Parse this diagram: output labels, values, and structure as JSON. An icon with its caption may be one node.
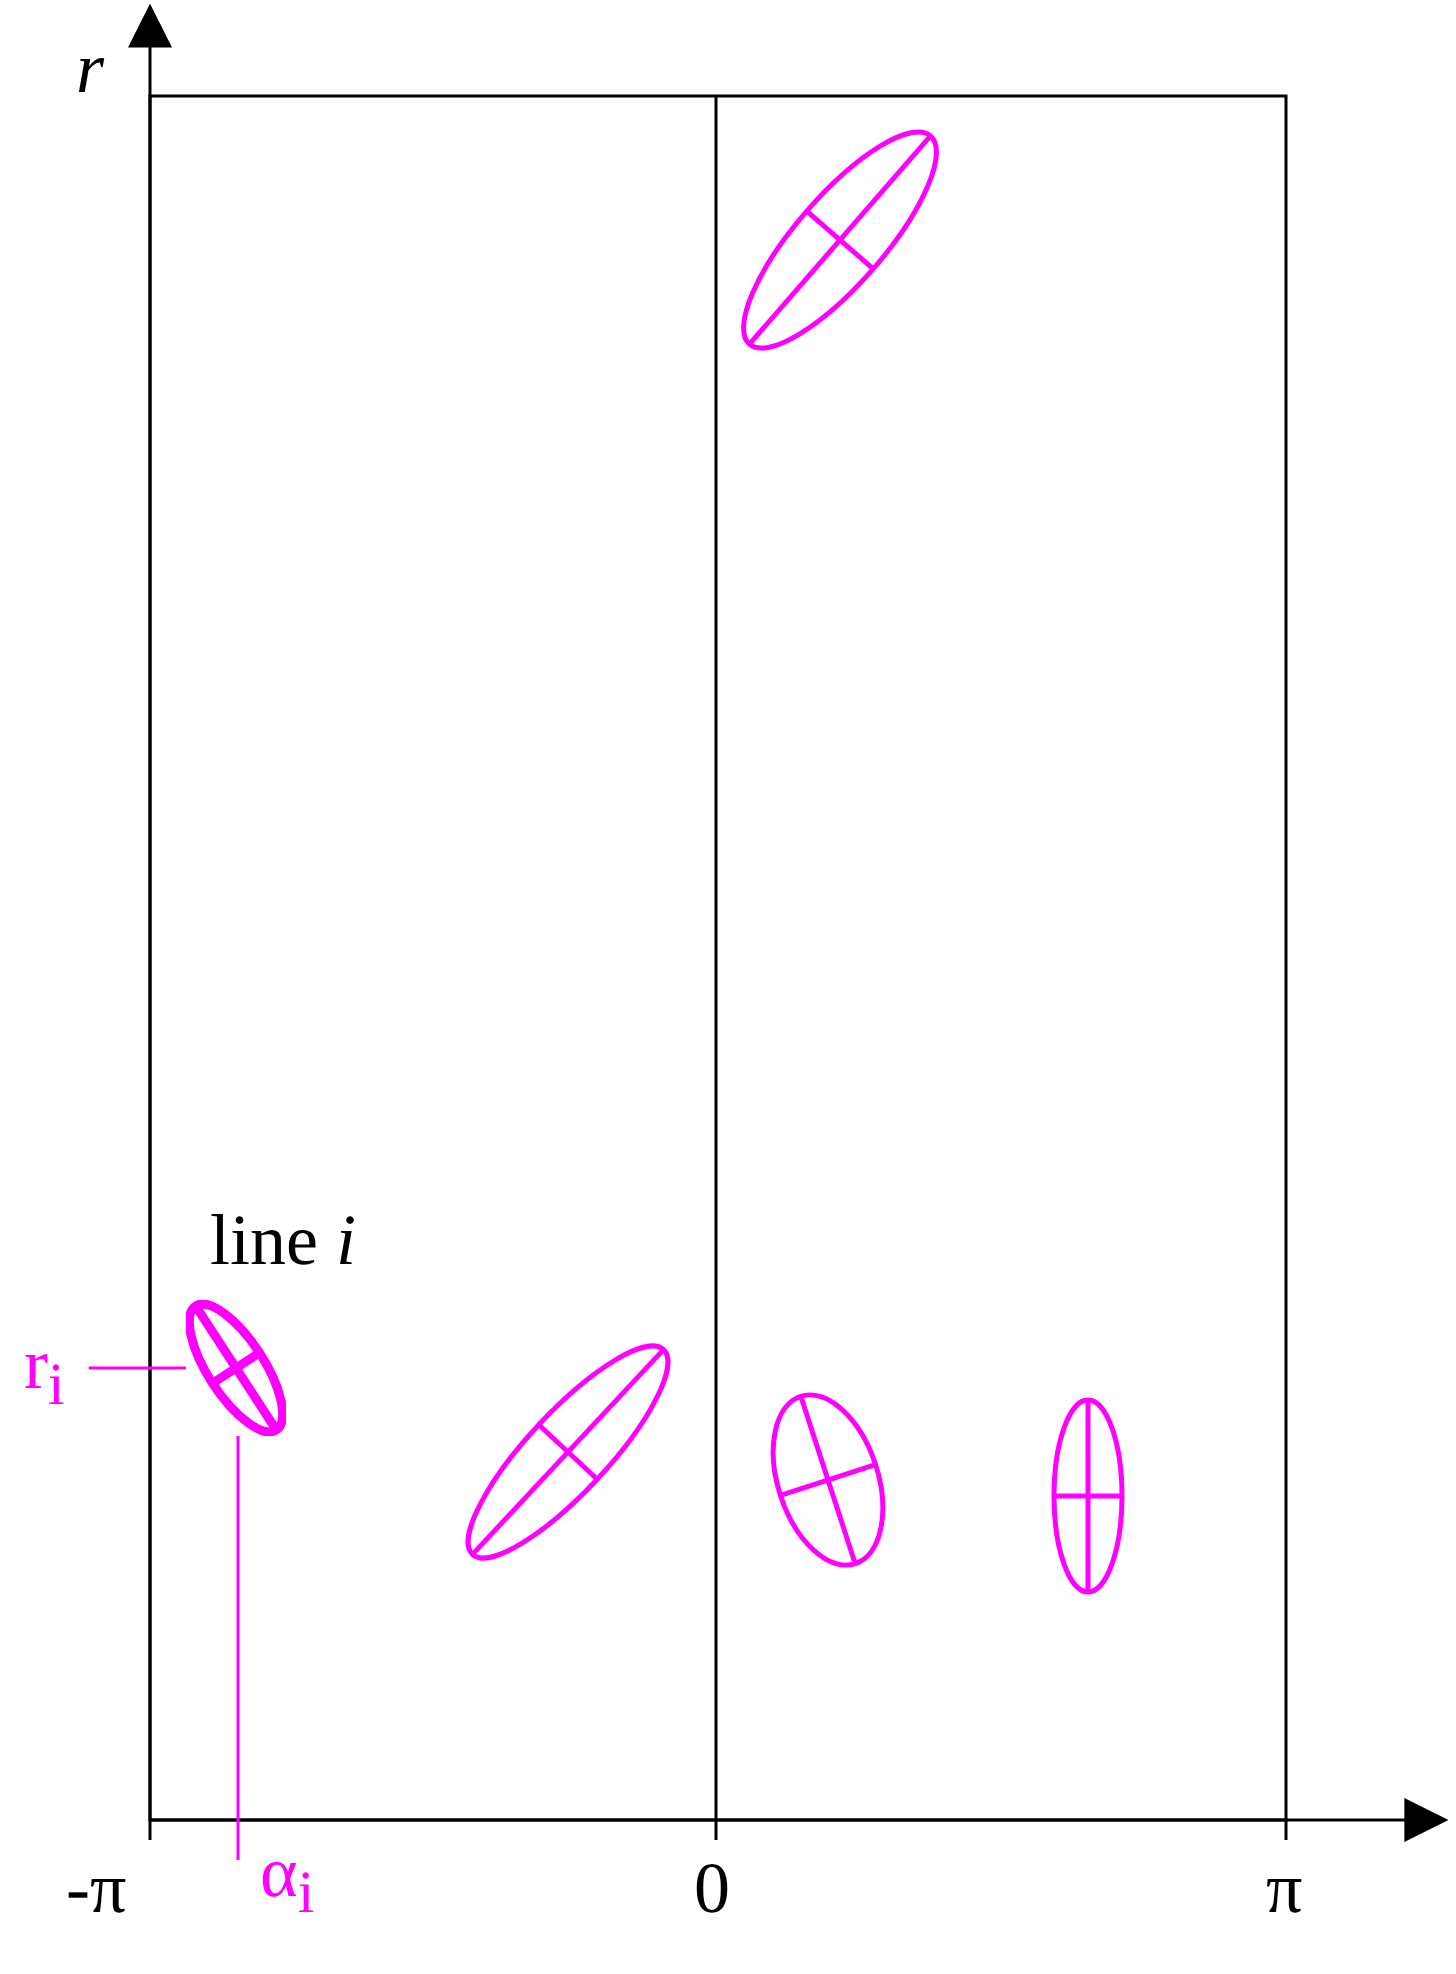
{
  "diagram": {
    "nodes": [
      {
        "text": [],
        "shape": "ellipse",
        "beside": [
          "line *i*"
        ]
      },
      {
        "text": [
          "r$_{i}$"
        ]
      },
      {
        "text": [
          "α$_{i}$"
        ]
      }
    ],
    "edges": [
      {
        "from": 1,
        "to": 0,
        "arrow": "none"
      },
      {
        "from": 2,
        "to": 0,
        "arrow": "none"
      }
    ],
    "labels": [
      "r",
      "-π",
      "0",
      "π"
    ]
  }
}
